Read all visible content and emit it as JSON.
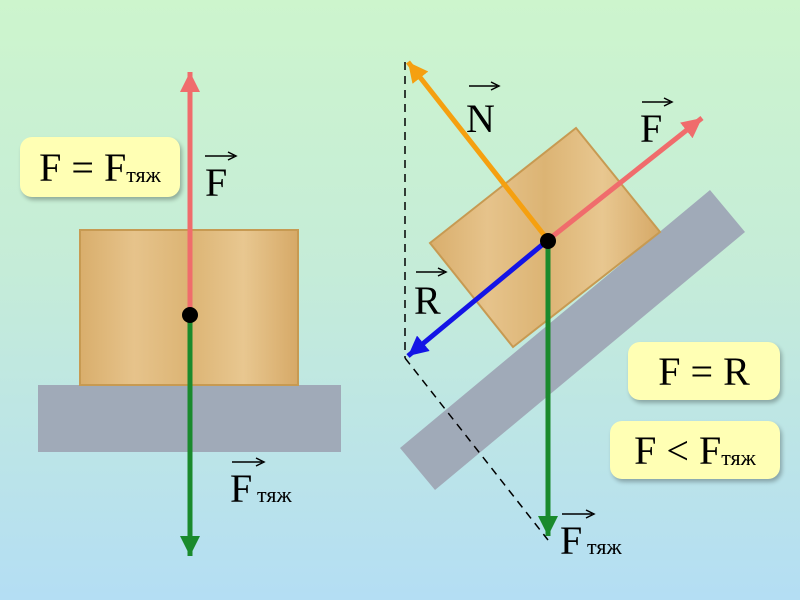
{
  "formulas": {
    "left": {
      "lhs": "F",
      "op": "=",
      "rhs": "F",
      "rhs_sub": "тяж"
    },
    "right_1": {
      "lhs": "F",
      "op": "=",
      "rhs": "R",
      "rhs_sub": ""
    },
    "right_2": {
      "lhs": "F",
      "op": "<",
      "rhs": "F",
      "rhs_sub": "тяж"
    }
  },
  "vectors": {
    "left_F": {
      "letter": "F",
      "sub": "",
      "color": "#f06c6c"
    },
    "left_Ftyazh": {
      "letter": "F",
      "sub": "тяж",
      "color": "#1a8a2c"
    },
    "right_N": {
      "letter": "N",
      "sub": "",
      "color": "#f5a010"
    },
    "right_F": {
      "letter": "F",
      "sub": "",
      "color": "#f06c6c"
    },
    "right_R": {
      "letter": "R",
      "sub": "",
      "color": "#1414e6"
    },
    "right_Ftyazh": {
      "letter": "F",
      "sub": "тяж",
      "color": "#1a8a2c"
    }
  },
  "colors": {
    "surface": "#a0aab8",
    "wood": "#e3bb7d",
    "wood_edge": "#c79a52",
    "dashed": "#000000"
  }
}
